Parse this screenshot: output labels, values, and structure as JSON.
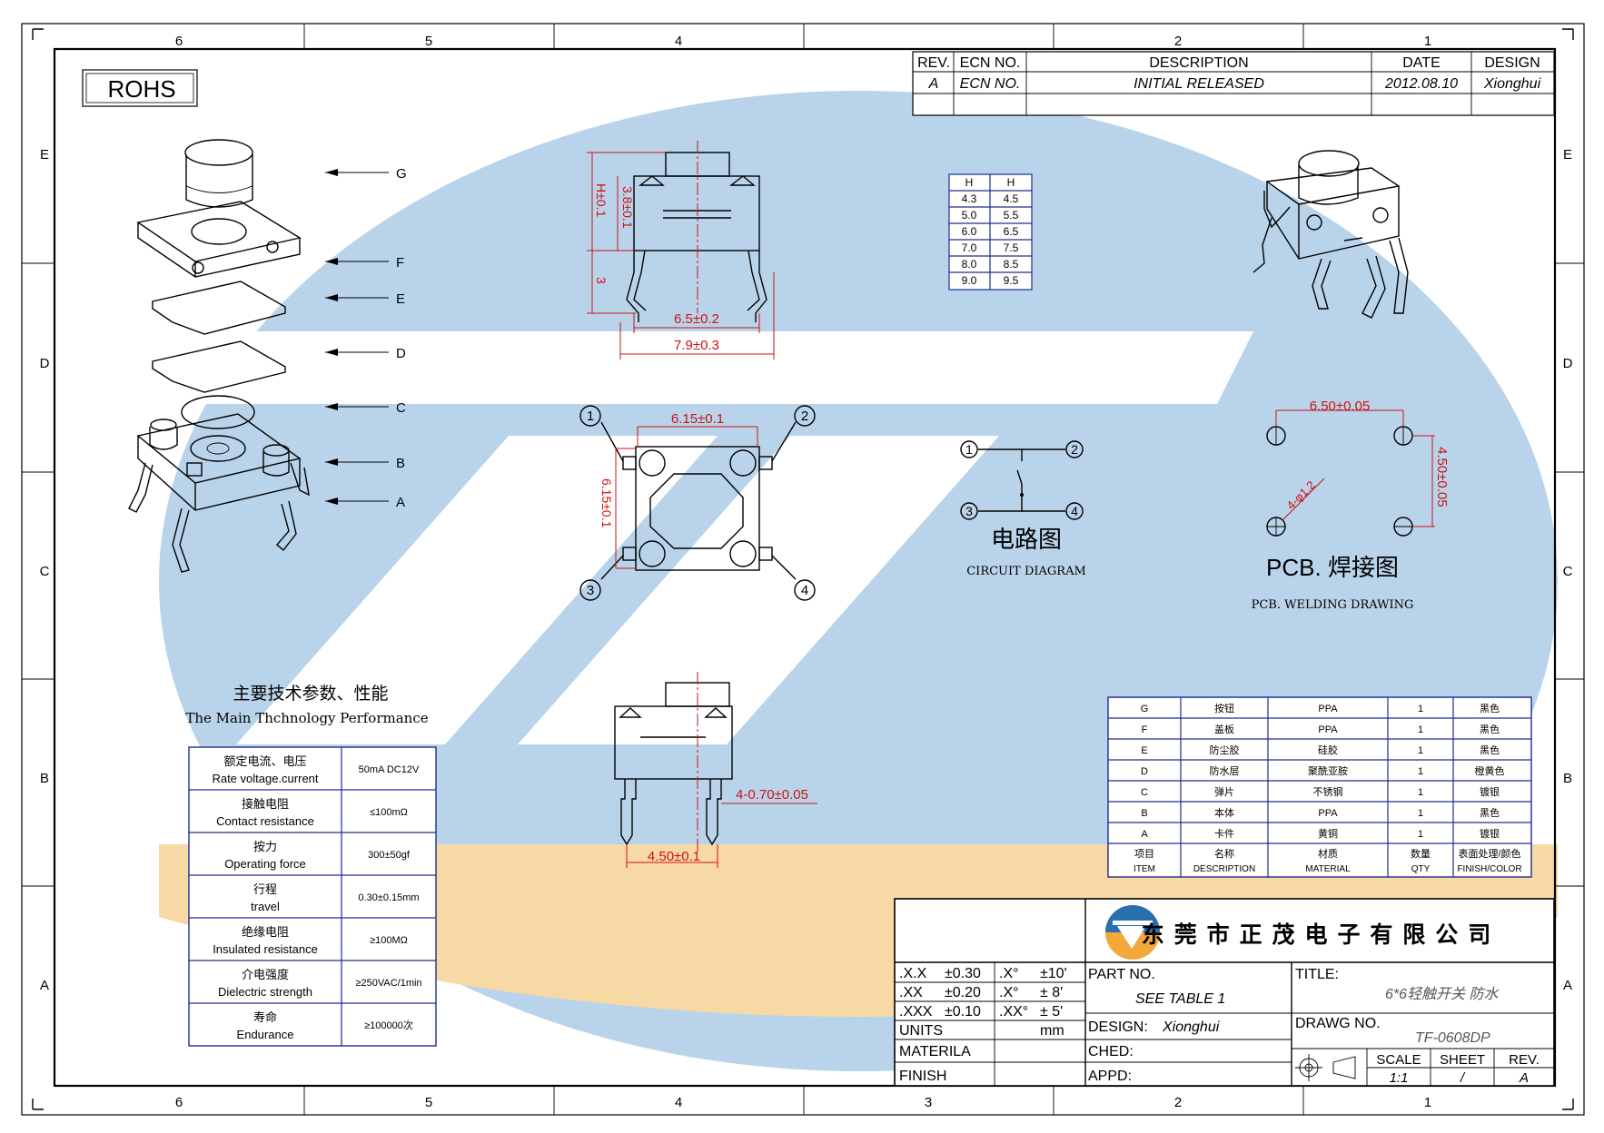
{
  "sheet": {
    "col_labels": [
      "6",
      "5",
      "4",
      "3",
      "2",
      "1"
    ],
    "row_labels": [
      "E",
      "D",
      "C",
      "B",
      "A"
    ]
  },
  "rohs": "ROHS",
  "revision_table": {
    "headers": [
      "REV.",
      "ECN NO.",
      "DESCRIPTION",
      "DATE",
      "DESIGN"
    ],
    "row": [
      "A",
      "ECN NO.",
      "INITIAL RELEASED",
      "2012.08.10",
      "Xionghui"
    ]
  },
  "explode_labels": [
    "G",
    "F",
    "E",
    "D",
    "C",
    "B",
    "A"
  ],
  "dims": {
    "h": "H±0.1",
    "h38": "3.8±0.1",
    "three": "3",
    "w65": "6.5±0.2",
    "w79": "7.9±0.3",
    "top615": "6.15±0.1",
    "side615": "6.15±0.1",
    "pin_dia": "4-0.70±0.05",
    "w450": "4.50±0.1",
    "pcb650": "6.50±0.05",
    "pcb450": "4.50±0.05",
    "hole": "4-φ1.2"
  },
  "h_table": {
    "headers": [
      "H",
      "H"
    ],
    "rows": [
      [
        "4.3",
        "4.5"
      ],
      [
        "5.0",
        "5.5"
      ],
      [
        "6.0",
        "6.5"
      ],
      [
        "7.0",
        "7.5"
      ],
      [
        "8.0",
        "8.5"
      ],
      [
        "9.0",
        "9.5"
      ]
    ]
  },
  "pins": [
    "1",
    "2",
    "3",
    "4"
  ],
  "circuit": {
    "title_cn": "电路图",
    "title_en": "CIRCUIT DIAGRAM"
  },
  "pcb": {
    "title_cn": "PCB. 焊接图",
    "title_en": "PCB. WELDING DRAWING"
  },
  "performance": {
    "title_cn": "主要技术参数、性能",
    "title_en": "The Main Thchnology Performance",
    "rows": [
      {
        "cn": "额定电流、电压",
        "en": "Rate voltage.current",
        "value": "50mA DC12V"
      },
      {
        "cn": "接触电阻",
        "en": "Contact resistance",
        "value": "≤100mΩ"
      },
      {
        "cn": "按力",
        "en": "Operating force",
        "value": "300±50gf"
      },
      {
        "cn": "行程",
        "en": "travel",
        "value": "0.30±0.15mm"
      },
      {
        "cn": "绝缘电阻",
        "en": "Insulated resistance",
        "value": "≥100MΩ"
      },
      {
        "cn": "介电强度",
        "en": "Dielectric strength",
        "value": "≥250VAC/1min"
      },
      {
        "cn": "寿命",
        "en": "Endurance",
        "value": "≥100000次"
      }
    ]
  },
  "bom": {
    "rows": [
      [
        "G",
        "按钮",
        "PPA",
        "1",
        "黑色"
      ],
      [
        "F",
        "盖板",
        "PPA",
        "1",
        "黑色"
      ],
      [
        "E",
        "防尘胶",
        "硅胶",
        "1",
        "黑色"
      ],
      [
        "D",
        "防水层",
        "聚酰亚胺",
        "1",
        "橙黄色"
      ],
      [
        "C",
        "弹片",
        "不锈钢",
        "1",
        "镀银"
      ],
      [
        "B",
        "本体",
        "PPA",
        "1",
        "黑色"
      ],
      [
        "A",
        "卡件",
        "黄铜",
        "1",
        "镀银"
      ]
    ],
    "header_cn": [
      "项目",
      "名称",
      "材质",
      "数量",
      "表面处理/颜色"
    ],
    "header_en": [
      "ITEM",
      "DESCRIPTION",
      "MATERIAL",
      "QTY",
      "FINISH/COLOR"
    ]
  },
  "title_block": {
    "company": "东 莞 市 正 茂 电 子 有 限 公 司",
    "tol": [
      [
        ".X.X",
        "±0.30",
        ".X°",
        "±10'"
      ],
      [
        ".XX",
        "±0.20",
        ".X°",
        "± 8'"
      ],
      [
        ".XXX",
        "±0.10",
        ".XX°",
        "± 5'"
      ]
    ],
    "units_label": "UNITS",
    "units_value": "mm",
    "materila": "MATERILA",
    "finish": "FINISH",
    "part_no_label": "PART NO.",
    "part_no_value": "SEE TABLE 1",
    "design_label": "DESIGN:",
    "design_value": "Xionghui",
    "ched": "CHED:",
    "appd": "APPD:",
    "title_label": "TITLE:",
    "title_value": "6*6轻触开关 防水",
    "drawg_label": "DRAWG NO.",
    "drawg_value": "TF-0608DP",
    "scale_label": "SCALE",
    "scale_value": "1:1",
    "sheet_label": "SHEET",
    "sheet_value": "/",
    "rev_label": "REV.",
    "rev_value": "A"
  }
}
